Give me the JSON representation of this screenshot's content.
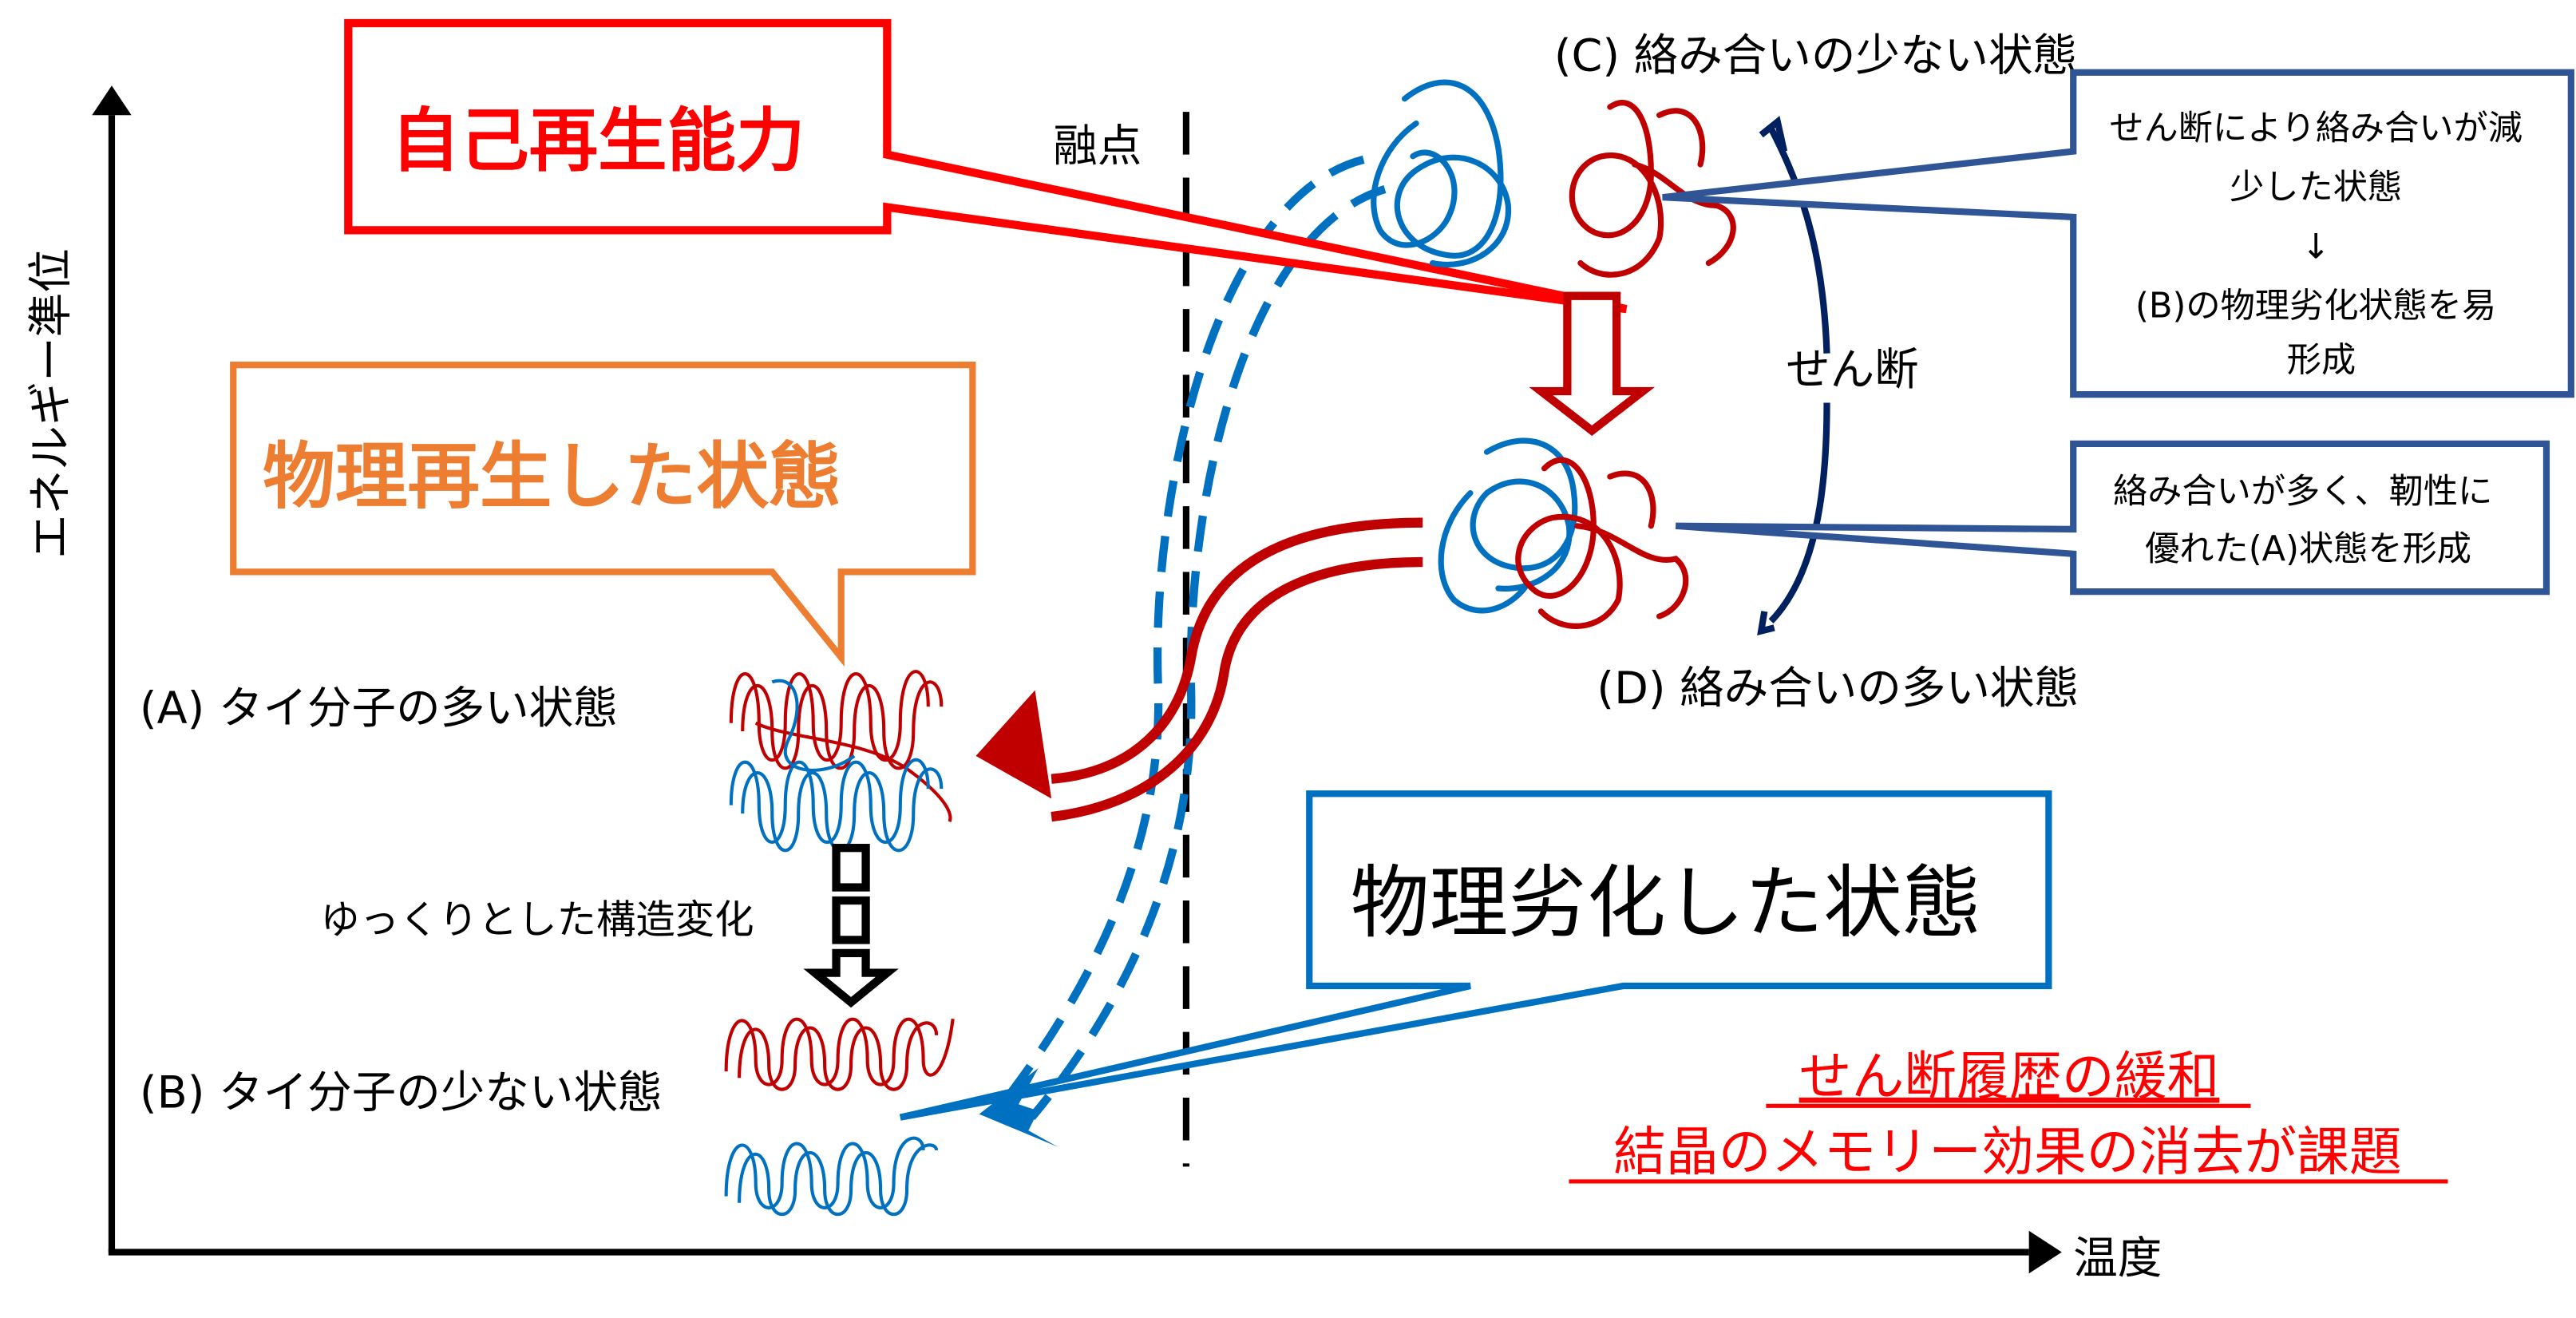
{
  "axes": {
    "y_label": "エネルギー準位",
    "x_label": "温度"
  },
  "melting_point_label": "融点",
  "callouts": {
    "self_regeneration": {
      "text": "自己再生能力",
      "color": "#ff0000"
    },
    "physical_regenerated": {
      "text": "物理再生した状態",
      "color": "#ed7d31"
    },
    "physical_degraded": {
      "text": "物理劣化した状態",
      "color": "#0070c0"
    },
    "shear_reduced": {
      "lines": [
        "せん断により絡み合いが減",
        "少した状態",
        "↓",
        "(B)の物理劣化状態を易",
        "形成"
      ],
      "color": "#2f5597"
    },
    "entangled_toughness": {
      "lines": [
        "絡み合いが多く、靭性に",
        "優れた(A)状態を形成"
      ],
      "color": "#2f5597"
    }
  },
  "states": {
    "A": "(A) タイ分子の多い状態",
    "B": "(B) タイ分子の少ない状態",
    "C": "(C) 絡み合いの少ない状態",
    "D": "(D) 絡み合いの多い状態"
  },
  "transitions": {
    "slow_change": "ゆっくりとした構造変化",
    "shear": "せん断"
  },
  "challenge_note": {
    "lines": [
      "せん断履歴の緩和",
      "結晶のメモリー効果の消去が課題"
    ],
    "color": "#ff0000"
  },
  "colors": {
    "red_chain": "#c00000",
    "blue_chain": "#0070c0",
    "navy": "#002060",
    "axis": "#000000"
  }
}
